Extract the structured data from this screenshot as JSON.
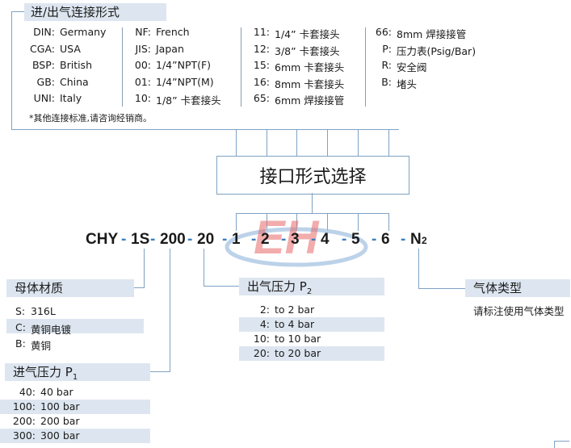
{
  "header_connection": "进/出气连接形式",
  "connection_col1": [
    {
      "code": "DIN:",
      "name": "Germany"
    },
    {
      "code": "CGA:",
      "name": "USA"
    },
    {
      "code": "BSP:",
      "name": "British"
    },
    {
      "code": "GB:",
      "name": "China"
    },
    {
      "code": "UNI:",
      "name": "Italy"
    }
  ],
  "connection_col2": [
    {
      "code": "NF:",
      "name": "French"
    },
    {
      "code": "JIS:",
      "name": "Japan"
    },
    {
      "code": "00:",
      "name": "1/4”NPT(F)"
    },
    {
      "code": "01:",
      "name": "1/4”NPT(M)"
    },
    {
      "code": "10:",
      "name": "1/8”  卡套接头"
    }
  ],
  "connection_col3": [
    {
      "code": "11:",
      "name": "1/4”  卡套接头"
    },
    {
      "code": "12:",
      "name": "3/8”  卡套接头"
    },
    {
      "code": "15:",
      "name": "6mm 卡套接头"
    },
    {
      "code": "16:",
      "name": "8mm 卡套接头"
    },
    {
      "code": "65:",
      "name": "6mm 焊接接管"
    }
  ],
  "connection_col4": [
    {
      "code": "66:",
      "name": "8mm 焊接接管"
    },
    {
      "code": "P:",
      "name": "压力表(Psig/Bar)"
    },
    {
      "code": "R:",
      "name": "安全阀"
    },
    {
      "code": "B:",
      "name": "堵头"
    }
  ],
  "connection_note": "*其他连接标准,请咨询经销商。",
  "selection_title": "接口形式选择",
  "model_code": {
    "parts": [
      "CHY",
      "1S",
      "200",
      "20",
      "1",
      "2",
      "3",
      "4",
      "5",
      "6",
      "N"
    ],
    "subscript": "2",
    "dash": "-"
  },
  "watermark": "EH",
  "body_material": {
    "header": "母体材质",
    "items": [
      {
        "code": "S:",
        "name": "316L"
      },
      {
        "code": "C:",
        "name": "黄铜电镀"
      },
      {
        "code": "B:",
        "name": "黄铜"
      }
    ]
  },
  "inlet_pressure": {
    "header": "进气压力 P",
    "sub": "1",
    "items": [
      {
        "code": "40:",
        "name": "40 bar"
      },
      {
        "code": "100:",
        "name": "100 bar"
      },
      {
        "code": "200:",
        "name": "200 bar"
      },
      {
        "code": "300:",
        "name": "300 bar"
      }
    ]
  },
  "outlet_pressure": {
    "header": "出气压力 P",
    "sub": "2",
    "items": [
      {
        "code": "2:",
        "name": "to 2 bar"
      },
      {
        "code": "4:",
        "name": "to 4 bar"
      },
      {
        "code": "10:",
        "name": "to 10 bar"
      },
      {
        "code": "20:",
        "name": "to 20 bar"
      }
    ]
  },
  "gas_type": {
    "header": "气体类型",
    "note": "请标注使用气体类型"
  },
  "colors": {
    "band": "#dde6f0",
    "line": "#7fa2c4",
    "dash": "#3a7fc0",
    "watermark_red": "#e06060",
    "watermark_blue": "#6f9fd0"
  }
}
